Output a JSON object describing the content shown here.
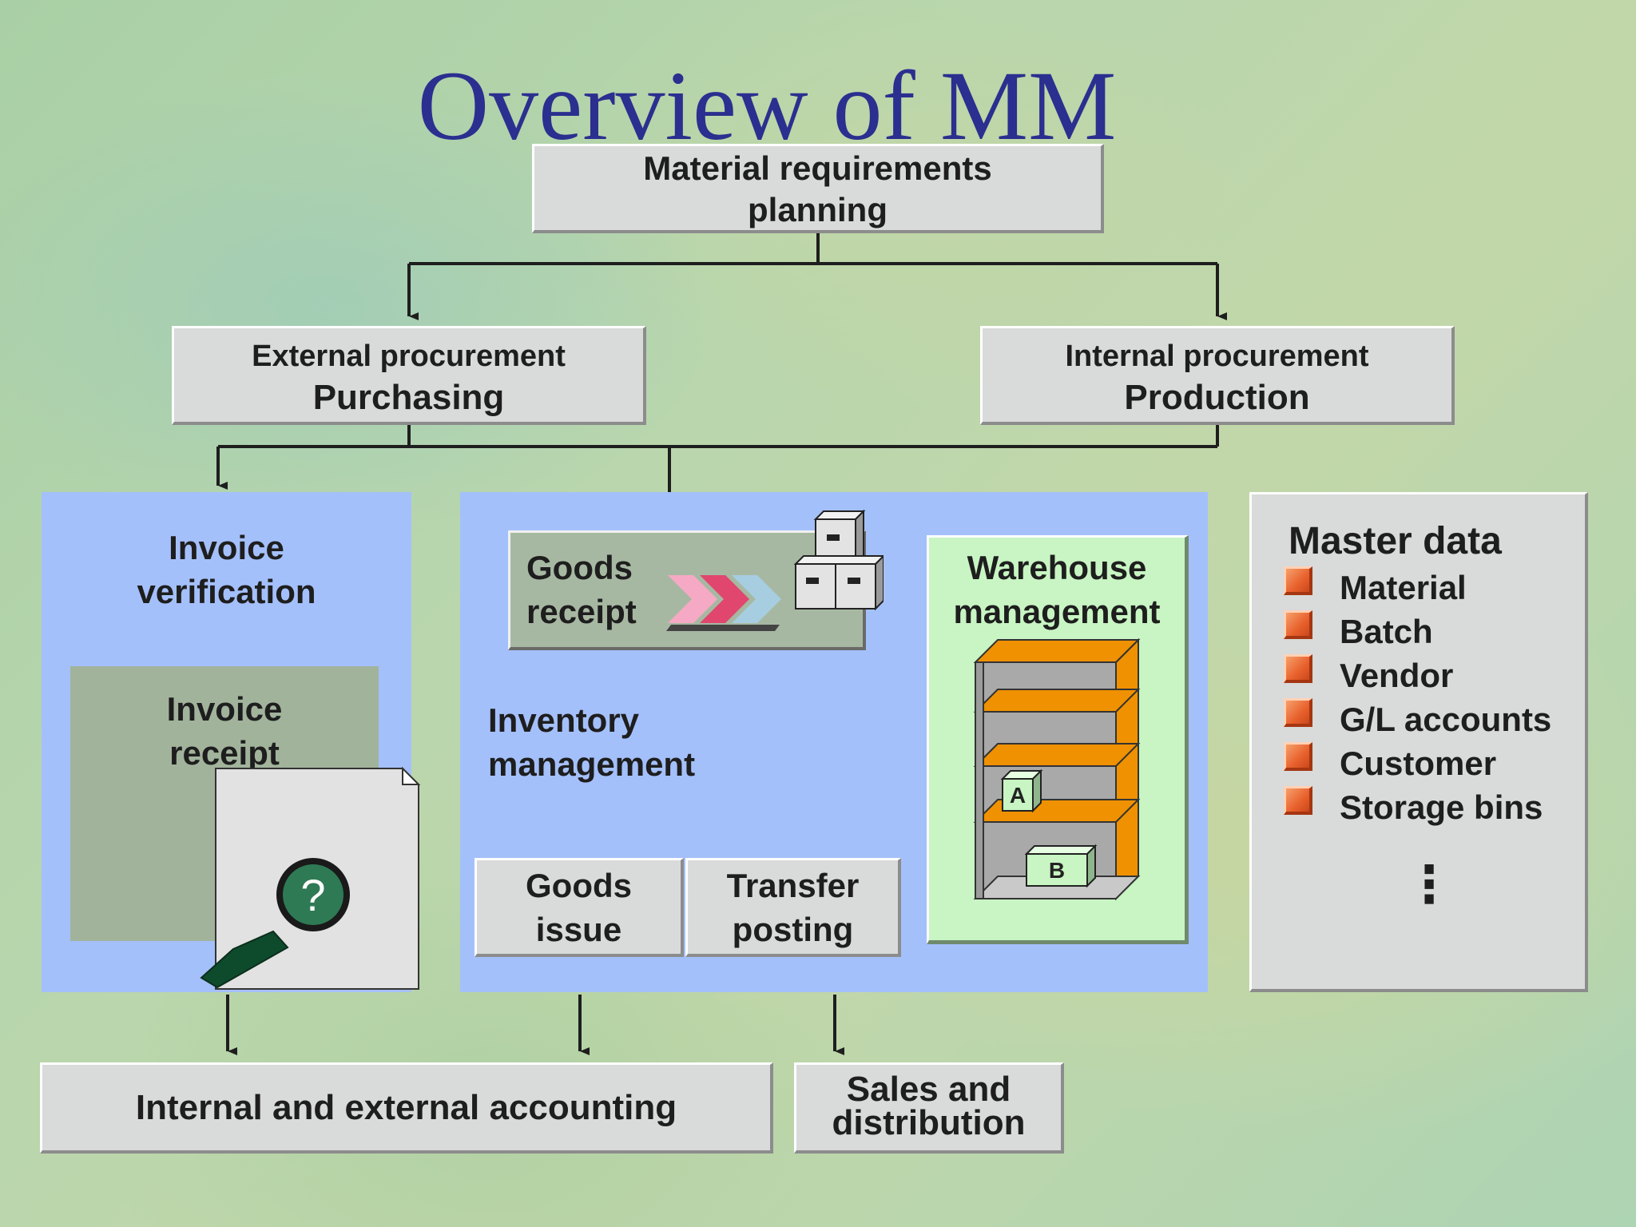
{
  "title": "Overview of MM",
  "mrp": {
    "line1": "Material requirements",
    "line2": "planning"
  },
  "external": {
    "line1": "External procurement",
    "line2": "Purchasing"
  },
  "internal": {
    "line1": "Internal procurement",
    "line2": "Production"
  },
  "invoice_verification": {
    "line1": "Invoice",
    "line2": "verification"
  },
  "invoice_receipt": {
    "line1": "Invoice",
    "line2": "receipt",
    "badge": "?"
  },
  "goods_receipt": {
    "line1": "Goods",
    "line2": "receipt"
  },
  "inventory": {
    "line1": "Inventory",
    "line2": "management"
  },
  "goods_issue": {
    "line1": "Goods",
    "line2": "issue"
  },
  "transfer_posting": {
    "line1": "Transfer",
    "line2": "posting"
  },
  "warehouse": {
    "line1": "Warehouse",
    "line2": "management",
    "box_a": "A",
    "box_b": "B"
  },
  "master_data": {
    "heading": "Master data",
    "items": [
      "Material",
      "Batch",
      "Vendor",
      "G/L accounts",
      "Customer",
      "Storage bins"
    ],
    "more": "⋮"
  },
  "accounting": {
    "label": "Internal and external accounting"
  },
  "sales": {
    "line1": "Sales and",
    "line2": "distribution"
  },
  "colors": {
    "title": "#2b2f8f",
    "box_fill": "#d9dada",
    "panel_blue": "#a4c0fb",
    "invoice_receipt_fill": "#a2b39c",
    "goods_receipt_fill": "#a7b8a2",
    "warehouse_fill": "#c8f5c3",
    "shelf_orange": "#ef9100",
    "bullet_orange": "#e8602c"
  }
}
